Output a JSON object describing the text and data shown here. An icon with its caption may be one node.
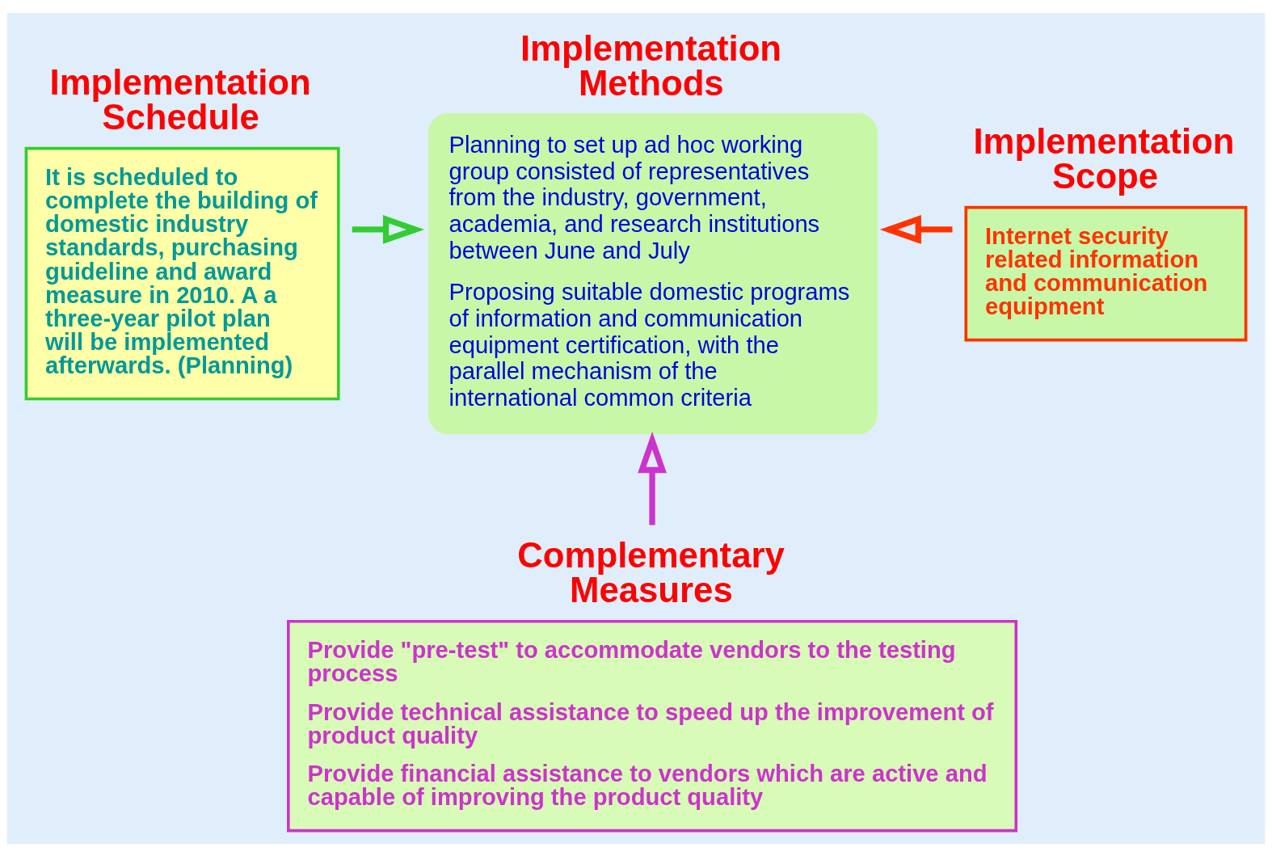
{
  "diagram": {
    "nodes": [
      {
        "text": [
          "Implementation Schedule",
          "It is scheduled to complete the building of domestic industry standards, purchasing guideline and award measure in 2010. A a three-year pilot plan will be implemented afterwards. (Planning)"
        ]
      },
      {
        "text": [
          "Implementation Methods",
          "Planning to set up ad hoc working group consisted of representatives from the industry, government, academia, and research institutions between June and July",
          "Proposing suitable domestic programs of information and communication equipment certification, with the parallel mechanism of the international common criteria"
        ]
      },
      {
        "text": [
          "Implementation Scope",
          "Internet security related information and communication equipment"
        ]
      },
      {
        "text": [
          "Complementary Measures",
          "Provide \"pre-test\" to accommodate vendors to the testing process",
          "Provide technical assistance to speed up the improvement of product quality",
          "Provide financial assistance to vendors which are active and capable of improving the product quality"
        ]
      }
    ],
    "edges": [
      {
        "from": 0,
        "to": 1,
        "arrow": "to",
        "color": "#33cc33"
      },
      {
        "from": 2,
        "to": 1,
        "arrow": "to",
        "color": "#ff3300"
      },
      {
        "from": 3,
        "to": 1,
        "arrow": "to",
        "color": "#cc33cc"
      }
    ]
  }
}
